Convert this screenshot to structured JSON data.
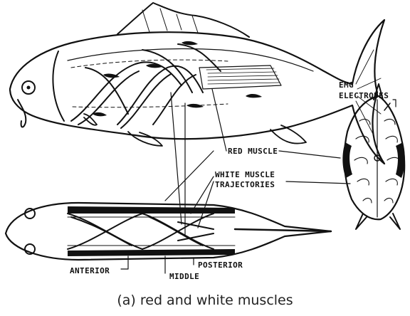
{
  "labels": {
    "emg_line1": "EMG",
    "emg_line2": "ELECTRODES",
    "red_muscle": "RED MUSCLE",
    "white_muscle_line1": "WHITE MUSCLE",
    "white_muscle_line2": "TRAJECTORIES",
    "anterior": "ANTERIOR",
    "middle": "MIDDLE",
    "posterior": "POSTERIOR"
  },
  "caption": "(a) red and white muscles"
}
